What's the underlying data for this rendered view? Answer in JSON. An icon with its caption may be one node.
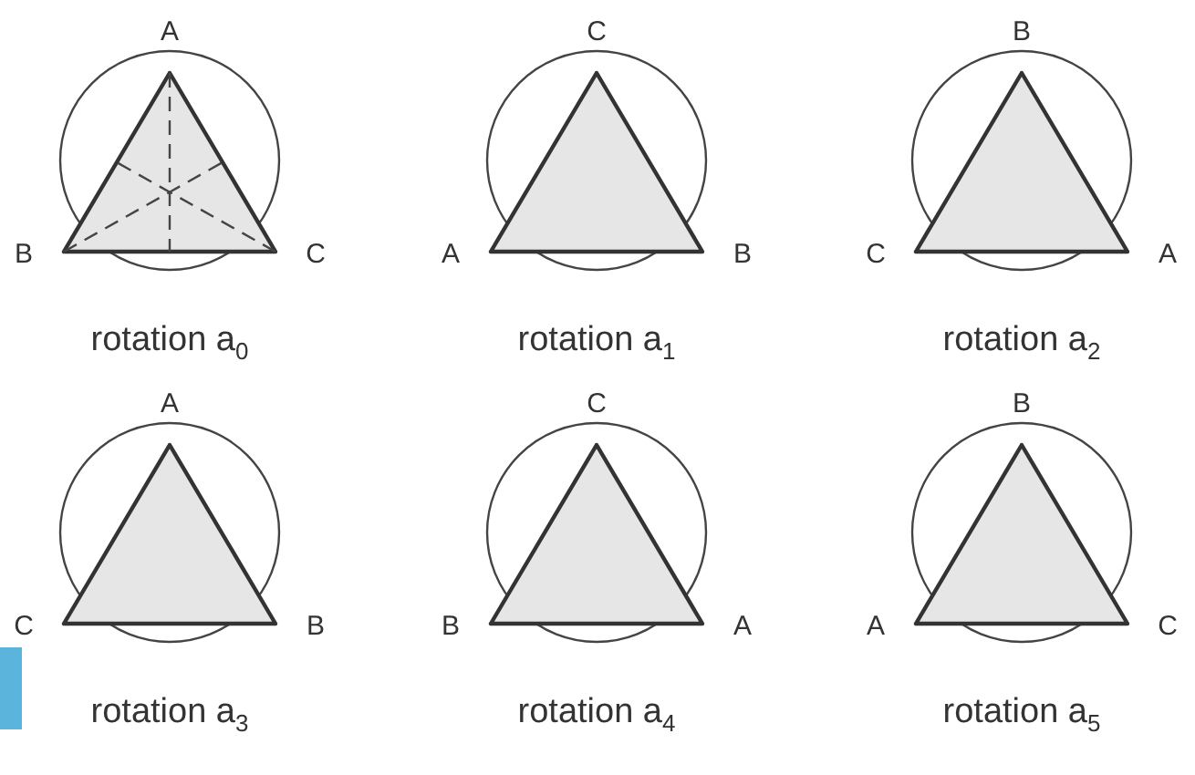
{
  "diagram": {
    "labels": [
      "A",
      "B",
      "C",
      "rotation a$_{0}$",
      "C",
      "A",
      "B",
      "rotation a$_{1}$",
      "B",
      "C",
      "A",
      "rotation a$_{2}$",
      "A",
      "C",
      "B",
      "rotation a$_{3}$",
      "C",
      "B",
      "A",
      "rotation a$_{4}$",
      "B",
      "A",
      "C",
      "rotation a$_{5}$"
    ]
  }
}
